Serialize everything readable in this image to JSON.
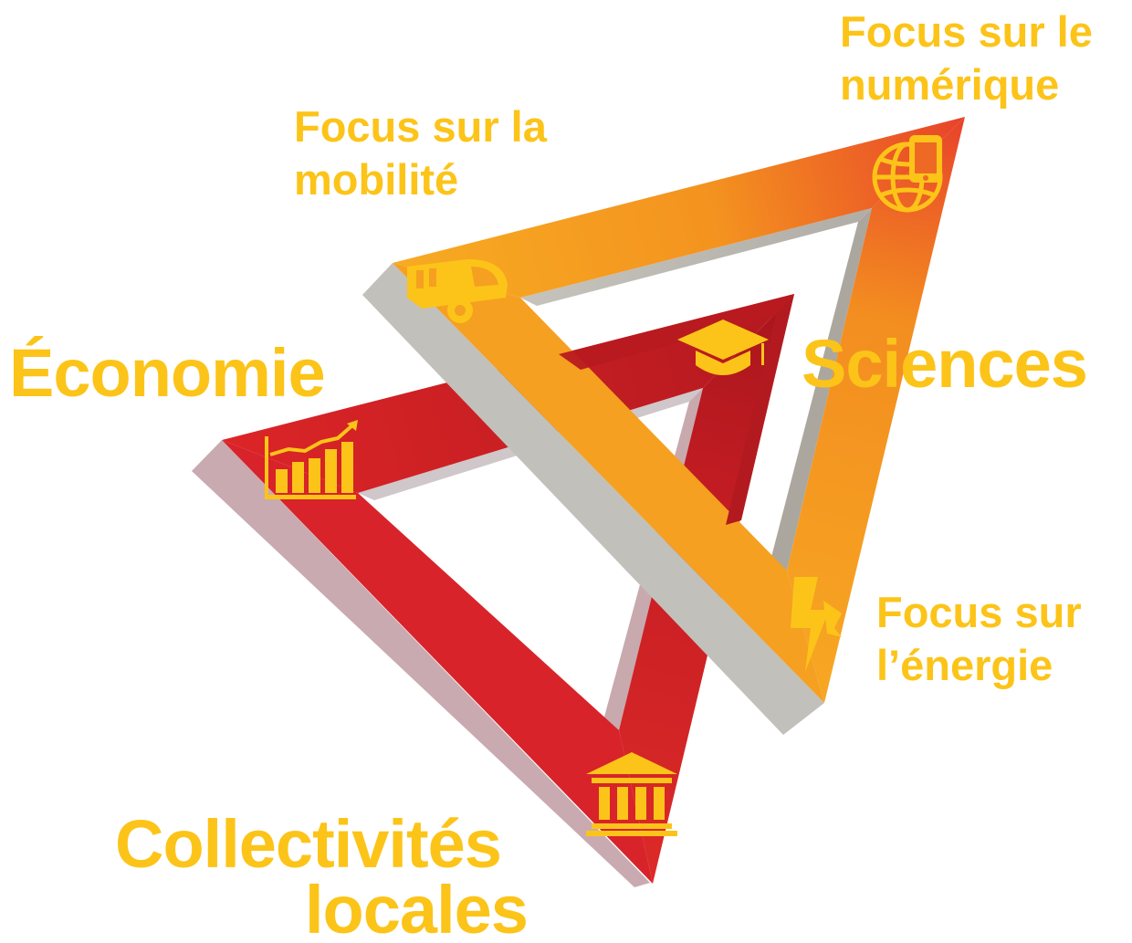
{
  "labels": {
    "economie": "Économie",
    "sciences": "Sciences",
    "collectivites_line1": "Collectivités",
    "collectivites_line2": "locales",
    "mobilite_line1": "Focus sur la",
    "mobilite_line2": "mobilité",
    "numerique_line1": "Focus sur le",
    "numerique_line2": "numérique",
    "energie_line1": "Focus sur",
    "energie_line2": "l’énergie"
  },
  "icons": {
    "economie": "rising-bar-chart-icon",
    "sciences": "graduation-cap-icon",
    "collectivites": "government-building-icon",
    "mobilite": "bus-icon",
    "numerique": "globe-smartphone-icon",
    "energie": "lightning-bolt-icon"
  },
  "colors": {
    "label_yellow": "#fcc419",
    "red_triangle": "#d42027",
    "orange_triangle_light": "#f6a21e",
    "orange_triangle_dark": "#e9452a",
    "side_grey": "#b9b5ad",
    "side_pink": "#c7a9ae"
  }
}
